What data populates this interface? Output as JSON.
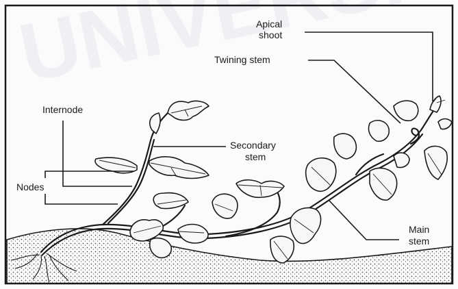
{
  "labels": {
    "apical_shoot_line1": "Apical",
    "apical_shoot_line2": "shoot",
    "twining_stem": "Twining stem",
    "internode": "Internode",
    "secondary_stem_line1": "Secondary",
    "secondary_stem_line2": "stem",
    "nodes": "Nodes",
    "main_stem_line1": "Main",
    "main_stem_line2": "stem"
  }
}
